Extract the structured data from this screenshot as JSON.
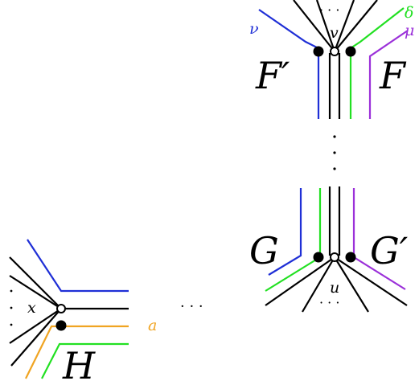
{
  "colors": {
    "black": "#000000",
    "blue": "#1f2fd6",
    "green": "#22e022",
    "purple": "#9b30d9",
    "orange": "#f0a422"
  },
  "labels": {
    "F_prime": "F′",
    "F": "F",
    "G": "G",
    "G_prime": "G′",
    "H": "H",
    "v": "v",
    "u": "u",
    "x": "x",
    "a": "a",
    "nu": "ν",
    "delta": "δ",
    "mu": "μ"
  },
  "ellipsis": {
    "top": "· · ·",
    "middle": "· · ·",
    "bottom": "· · ·"
  }
}
